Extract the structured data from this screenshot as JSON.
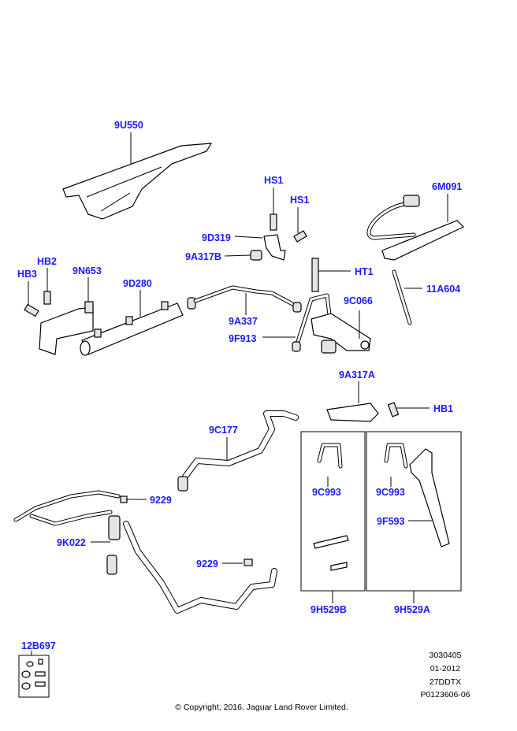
{
  "labels": {
    "l_9U550": "9U550",
    "l_HS1a": "HS1",
    "l_HS1b": "HS1",
    "l_9D319": "9D319",
    "l_9A317B": "9A317B",
    "l_6M091": "6M091",
    "l_HB2": "HB2",
    "l_HB3": "HB3",
    "l_9N653": "9N653",
    "l_9D280": "9D280",
    "l_HT1": "HT1",
    "l_11A604": "11A604",
    "l_9A337": "9A337",
    "l_9C066": "9C066",
    "l_9F913": "9F913",
    "l_9A317A": "9A317A",
    "l_HB1": "HB1",
    "l_9C177": "9C177",
    "l_9229a": "9229",
    "l_9K022": "9K022",
    "l_9229b": "9229",
    "l_9C993a": "9C993",
    "l_9C993b": "9C993",
    "l_9F593": "9F593",
    "l_9H529B": "9H529B",
    "l_9H529A": "9H529A",
    "l_12B697": "12B697"
  },
  "meta": {
    "ref1": "3030405",
    "ref2": "01-2012",
    "ref3": "27DDTX",
    "ref4": "P0123606-06",
    "copyright": "© Copyright, 2016. Jaguar Land Rover Limited."
  },
  "colors": {
    "label": "#1a1aff"
  }
}
